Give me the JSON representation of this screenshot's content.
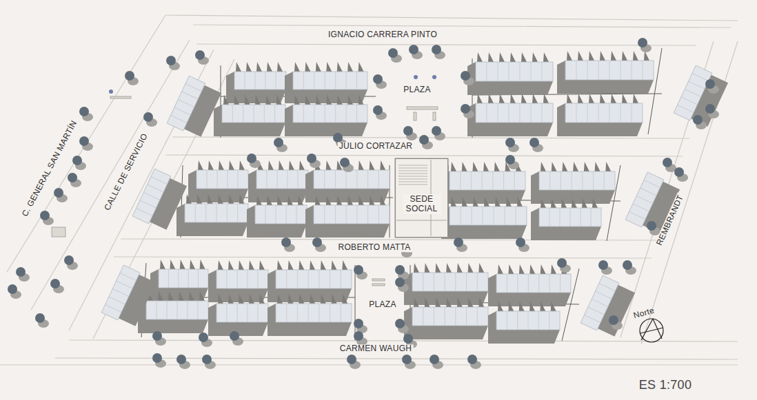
{
  "diagram": {
    "nodes": [
      {
        "text": [
          "SEDE SOCIAL"
        ]
      }
    ],
    "labels": [
      "IGNACIO CARRERA PINTO",
      "PLAZA",
      "JULIO CORTAZAR",
      "ROBERTO MATTA",
      "PLAZA",
      "CARMEN WAUGH",
      "C. GENERAL SAN MARTÍN",
      "CALLE DE SERVICIO",
      "REMBRANDT",
      "Norte",
      "ES 1:700"
    ]
  }
}
